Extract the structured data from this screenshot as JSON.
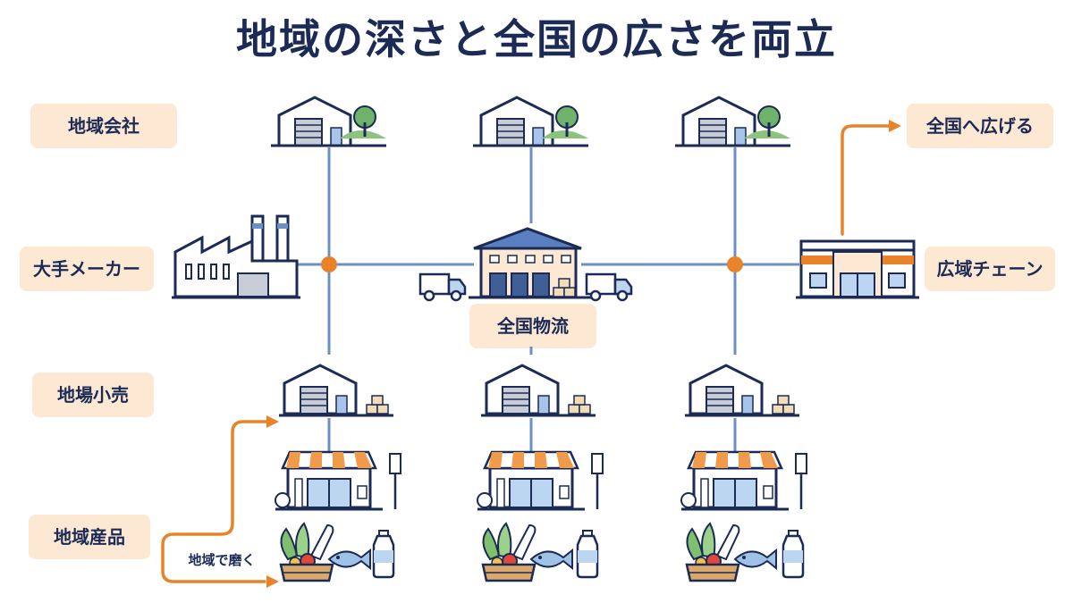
{
  "title": "地域の深さと全国の広さを両立",
  "row_labels": {
    "regional_company": "地域会社",
    "major_maker": "大手メーカー",
    "local_retail": "地場小売",
    "regional_products": "地域産品"
  },
  "right_labels": {
    "expand_nationwide": "全国へ広げる",
    "wide_area_chain": "広域チェーン"
  },
  "center_label": "全国物流",
  "note": "地域で磨く",
  "colors": {
    "navy": "#1b2b55",
    "line_blue": "#6d8fc2",
    "orange": "#e8832a",
    "label_bg": "#fde8d3",
    "roof_blue": "#5a7fc0"
  },
  "icons": [
    "warehouse-icon",
    "tree-icon",
    "factory-icon",
    "logistics-center-icon",
    "truck-icon",
    "chain-store-icon",
    "shop-icon",
    "vegetable-basket-icon",
    "fish-icon",
    "milk-bottle-icon"
  ]
}
